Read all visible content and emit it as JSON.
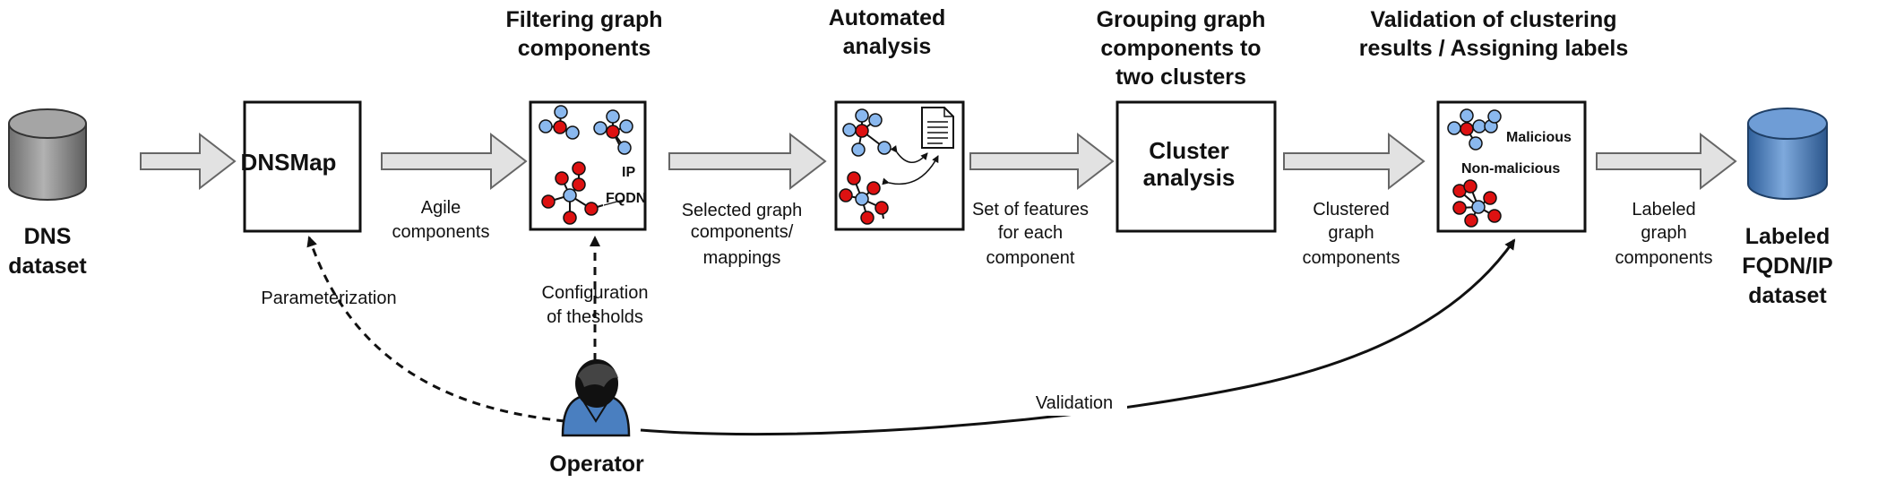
{
  "stages": {
    "filtering": [
      "Filtering graph",
      "components"
    ],
    "automated": [
      "Automated",
      "analysis"
    ],
    "grouping": [
      "Grouping graph",
      "components to",
      "two clusters"
    ],
    "validation": [
      "Validation of clustering",
      "results / Assigning labels"
    ]
  },
  "nodes": {
    "dns_dataset": [
      "DNS",
      "dataset"
    ],
    "dnsmap": "DNSMap",
    "cluster_analysis": [
      "Cluster",
      "analysis"
    ],
    "labeled_dataset": [
      "Labeled",
      "FQDN/IP",
      "dataset"
    ],
    "operator": "Operator"
  },
  "graph_labels": {
    "ip": "IP",
    "fqdn": "FQDN"
  },
  "cluster_labels": {
    "malicious": "Malicious",
    "non_malicious": "Non-malicious"
  },
  "edge_labels": {
    "agile": [
      "Agile",
      "components"
    ],
    "selected": [
      "Selected graph",
      "components/",
      "mappings"
    ],
    "features": [
      "Set of features",
      "for each",
      "component"
    ],
    "clustered": [
      "Clustered",
      "graph",
      "components"
    ],
    "labeled": [
      "Labeled",
      "graph",
      "components"
    ],
    "parameterization": "Parameterization",
    "configuration": [
      "Configuration",
      "of thesholds"
    ],
    "validation": "Validation"
  },
  "colors": {
    "red_node": "#dd1111",
    "blue_node": "#8ab8ee",
    "db_gray": "#8c8c8c",
    "db_blue": "#4f84bf",
    "arrow_fill": "#e2e2e2",
    "operator_blue": "#4a7fc0"
  }
}
